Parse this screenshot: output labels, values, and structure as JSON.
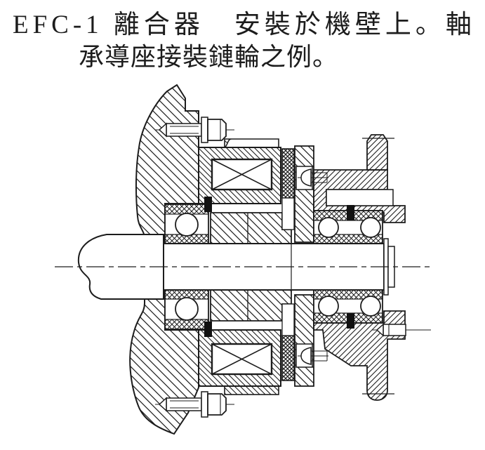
{
  "title": {
    "line1": "EFC-1 離合器　安裝於機壁上。軸",
    "line2": "承導座接裝鏈輪之例。"
  },
  "figure": {
    "kind": "sectional-engineering-drawing",
    "ink_color": "#1c1c1c",
    "paper_color": "#ffffff"
  }
}
